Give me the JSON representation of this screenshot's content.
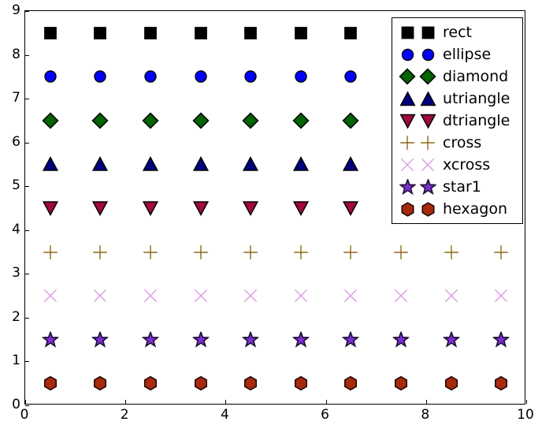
{
  "chart_data": {
    "type": "scatter",
    "title": "",
    "xlabel": "",
    "ylabel": "",
    "xlim": [
      0,
      10
    ],
    "ylim": [
      0,
      9
    ],
    "grid": false,
    "legend_position": "upper right",
    "xticks": [
      0,
      2,
      4,
      6,
      8,
      10
    ],
    "xtick_labels": [
      "0",
      "2",
      "4",
      "6",
      "8",
      "10"
    ],
    "yticks": [
      0,
      1,
      2,
      3,
      4,
      5,
      6,
      7,
      8,
      9
    ],
    "ytick_labels": [
      "0",
      "1",
      "2",
      "3",
      "4",
      "5",
      "6",
      "7",
      "8",
      "9"
    ],
    "series": [
      {
        "name": "rect",
        "marker": "square",
        "color": "#000000",
        "edge_color": "#000000",
        "y": 8.5,
        "x": [
          0.5,
          1.5,
          2.5,
          3.5,
          4.5,
          5.5,
          6.5
        ],
        "values": [
          8.5,
          8.5,
          8.5,
          8.5,
          8.5,
          8.5,
          8.5
        ]
      },
      {
        "name": "ellipse",
        "marker": "circle",
        "color": "#0000ff",
        "edge_color": "#000000",
        "y": 7.5,
        "x": [
          0.5,
          1.5,
          2.5,
          3.5,
          4.5,
          5.5,
          6.5
        ],
        "values": [
          7.5,
          7.5,
          7.5,
          7.5,
          7.5,
          7.5,
          7.5
        ]
      },
      {
        "name": "diamond",
        "marker": "diamond",
        "color": "#006400",
        "edge_color": "#000000",
        "y": 6.5,
        "x": [
          0.5,
          1.5,
          2.5,
          3.5,
          4.5,
          5.5,
          6.5
        ],
        "values": [
          6.5,
          6.5,
          6.5,
          6.5,
          6.5,
          6.5,
          6.5
        ]
      },
      {
        "name": "utriangle",
        "marker": "triangle-up",
        "color": "#000080",
        "edge_color": "#000000",
        "y": 5.5,
        "x": [
          0.5,
          1.5,
          2.5,
          3.5,
          4.5,
          5.5,
          6.5
        ],
        "values": [
          5.5,
          5.5,
          5.5,
          5.5,
          5.5,
          5.5,
          5.5
        ]
      },
      {
        "name": "dtriangle",
        "marker": "triangle-down",
        "color": "#a00a40",
        "edge_color": "#000000",
        "y": 4.5,
        "x": [
          0.5,
          1.5,
          2.5,
          3.5,
          4.5,
          5.5,
          6.5
        ],
        "values": [
          4.5,
          4.5,
          4.5,
          4.5,
          4.5,
          4.5,
          4.5
        ]
      },
      {
        "name": "cross",
        "marker": "plus",
        "color": "#8b6914",
        "edge_color": "#8b6914",
        "y": 3.5,
        "x": [
          0.5,
          1.5,
          2.5,
          3.5,
          4.5,
          5.5,
          6.5,
          7.5,
          8.5,
          9.5
        ],
        "values": [
          3.5,
          3.5,
          3.5,
          3.5,
          3.5,
          3.5,
          3.5,
          3.5,
          3.5,
          3.5
        ]
      },
      {
        "name": "xcross",
        "marker": "x",
        "color": "#da9ee0",
        "edge_color": "#da9ee0",
        "y": 2.5,
        "x": [
          0.5,
          1.5,
          2.5,
          3.5,
          4.5,
          5.5,
          6.5,
          7.5,
          8.5,
          9.5
        ],
        "values": [
          2.5,
          2.5,
          2.5,
          2.5,
          2.5,
          2.5,
          2.5,
          2.5,
          2.5,
          2.5
        ]
      },
      {
        "name": "star1",
        "marker": "star",
        "color": "#7b2fd4",
        "edge_color": "#241036",
        "y": 1.5,
        "x": [
          0.5,
          1.5,
          2.5,
          3.5,
          4.5,
          5.5,
          6.5,
          7.5,
          8.5,
          9.5
        ],
        "values": [
          1.5,
          1.5,
          1.5,
          1.5,
          1.5,
          1.5,
          1.5,
          1.5,
          1.5,
          1.5
        ]
      },
      {
        "name": "hexagon",
        "marker": "hexagon",
        "color": "#a82a0c",
        "edge_color": "#1a0703",
        "y": 0.5,
        "x": [
          0.5,
          1.5,
          2.5,
          3.5,
          4.5,
          5.5,
          6.5,
          7.5,
          8.5,
          9.5
        ],
        "values": [
          0.5,
          0.5,
          0.5,
          0.5,
          0.5,
          0.5,
          0.5,
          0.5,
          0.5,
          0.5
        ]
      }
    ],
    "legend_entries": [
      {
        "label": "rect",
        "color": "#000000"
      },
      {
        "label": "ellipse",
        "color": "#0000ff"
      },
      {
        "label": "diamond",
        "color": "#006400"
      },
      {
        "label": "utriangle",
        "color": "#000080"
      },
      {
        "label": "dtriangle",
        "color": "#a00a40"
      },
      {
        "label": "cross",
        "color": "#8b6914"
      },
      {
        "label": "xcross",
        "color": "#da9ee0"
      },
      {
        "label": "star1",
        "color": "#7b2fd4"
      },
      {
        "label": "hexagon",
        "color": "#a82a0c"
      }
    ]
  }
}
